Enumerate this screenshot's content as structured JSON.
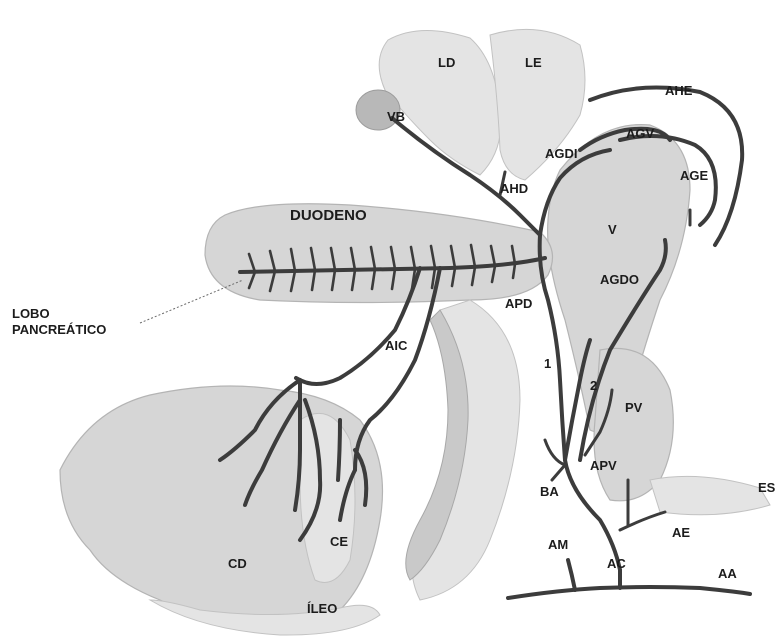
{
  "labels": {
    "ld": "LD",
    "le": "LE",
    "vb": "VB",
    "ahe": "AHE",
    "agv": "AGV",
    "agdi": "AGDI",
    "age": "AGE",
    "ahd": "AHD",
    "v": "V",
    "duodeno": "DUODENO",
    "agdo": "AGDO",
    "lobo_line1": "LOBO",
    "lobo_line2": "PANCREÁTICO",
    "apd": "APD",
    "aic": "AIC",
    "num1": "1",
    "num2": "2",
    "pv": "PV",
    "apv": "APV",
    "ba": "BA",
    "es": "ES",
    "ae": "AE",
    "am": "AM",
    "ac": "AC",
    "aa": "AA",
    "cd": "CD",
    "ce": "CE",
    "ileo": "ÍLEO"
  },
  "colors": {
    "organ_fill": "#d6d6d6",
    "vessel": "#3c3c3c",
    "text": "#1c1c1c"
  }
}
